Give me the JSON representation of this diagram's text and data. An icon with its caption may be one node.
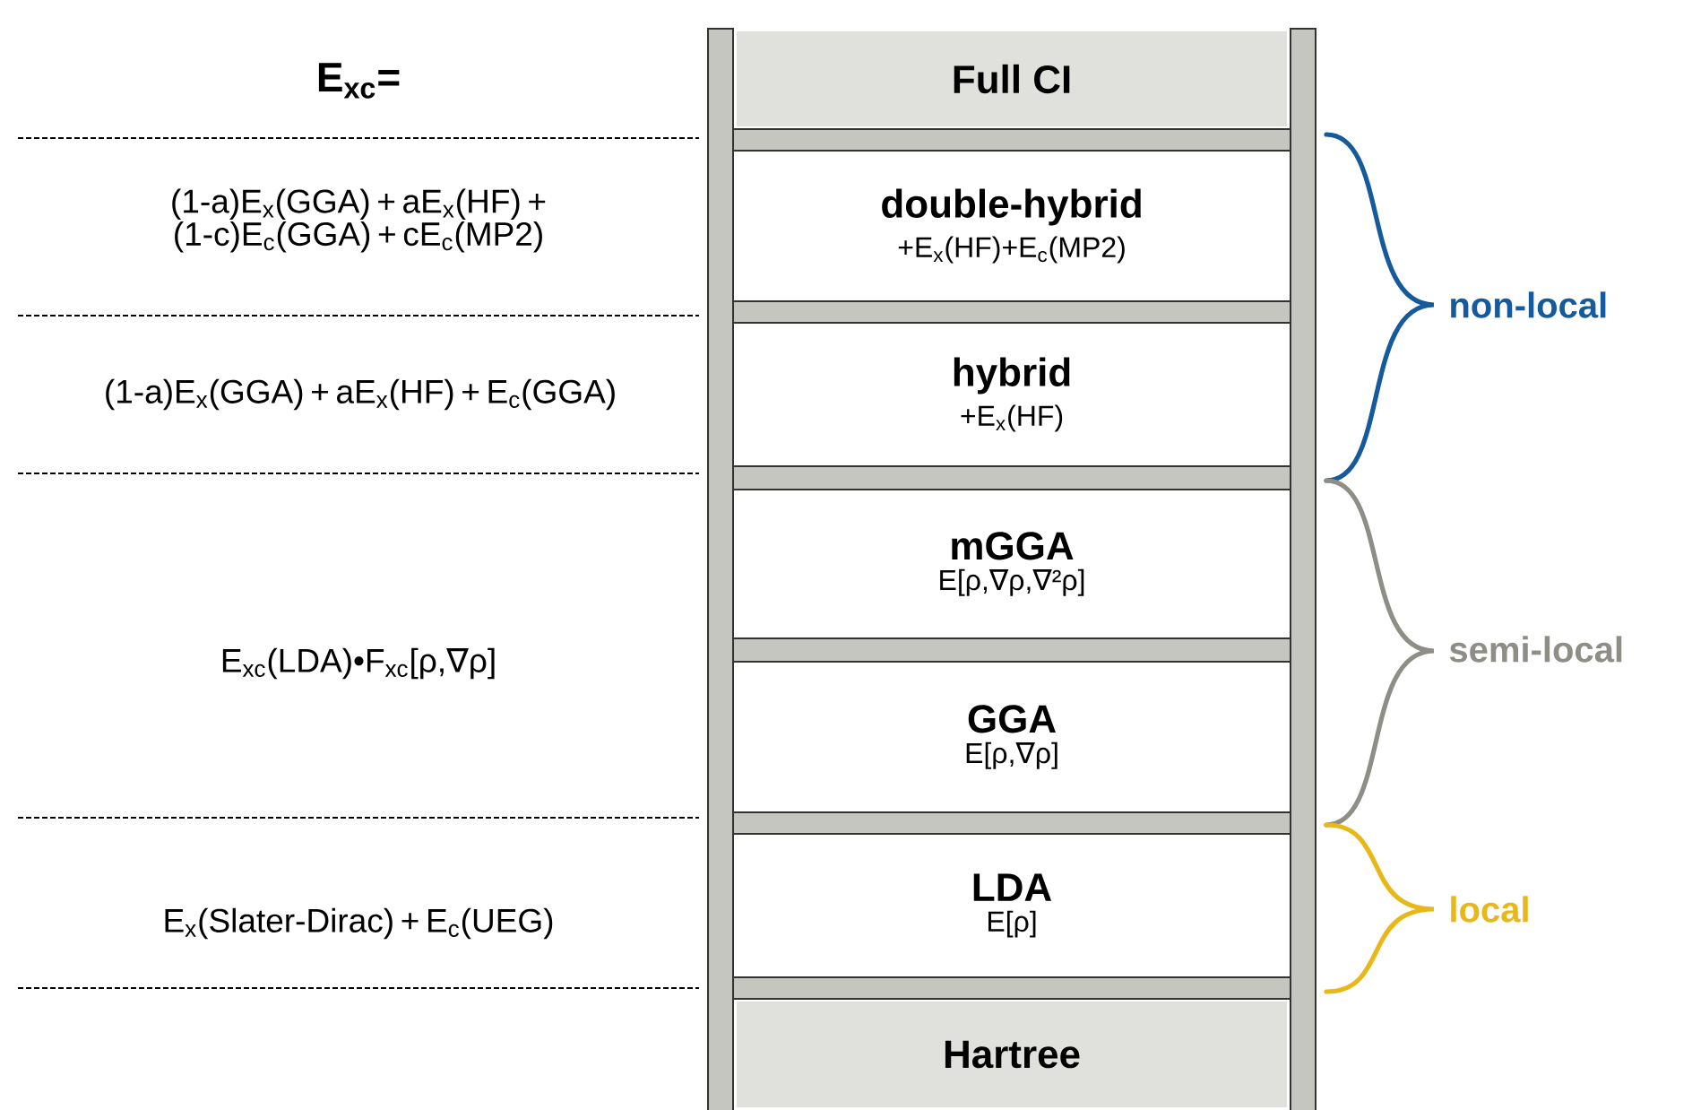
{
  "diagram": {
    "title": "E$_{xc}$=",
    "nodes": [
      {
        "text": [
          "Full CI"
        ]
      },
      {
        "text": [
          "double-hybrid",
          "+E$_{x}$(HF)+E$_{c}$(MP2)"
        ]
      },
      {
        "text": [
          "hybrid",
          "+E$_{x}$(HF)"
        ]
      },
      {
        "text": [
          "mGGA",
          "E[ρ,∇ρ,∇²ρ]"
        ]
      },
      {
        "text": [
          "GGA",
          "E[ρ,∇ρ]"
        ]
      },
      {
        "text": [
          "LDA",
          "E[ρ]"
        ]
      },
      {
        "text": [
          "Hartree"
        ]
      }
    ],
    "labels": [
      "(1-a)E$_{x}$(GGA) + aE$_{x}$(HF) + (1-c)E$_{c}$(GGA) + cE$_{c}$(MP2)",
      "(1-a)E$_{x}$(GGA) + aE$_{x}$(HF) + E$_{c}$(GGA)",
      "E$_{xc}$(LDA)•F$_{xc}$[ρ,∇ρ]",
      "E$_{x}$(Slater-Dirac) + E$_{c}$(UEG)",
      "non-local",
      "semi-local",
      "local"
    ]
  }
}
